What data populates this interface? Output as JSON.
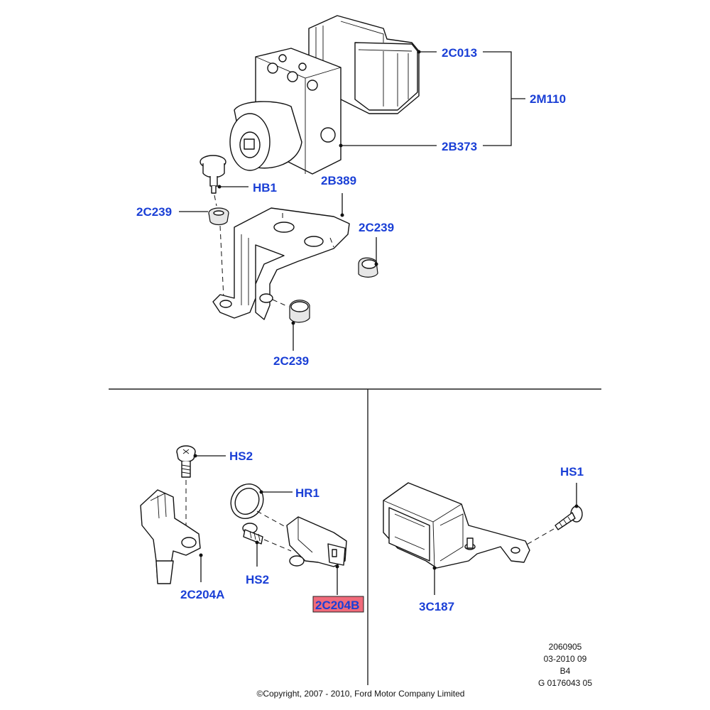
{
  "callouts": {
    "c_2C013": "2C013",
    "c_2M110": "2M110",
    "c_2B373": "2B373",
    "c_HB1": "HB1",
    "c_2B389": "2B389",
    "c_2C239_left": "2C239",
    "c_2C239_right": "2C239",
    "c_2C239_bottom": "2C239",
    "c_HS2_top": "HS2",
    "c_HR1": "HR1",
    "c_HS2_bottom": "HS2",
    "c_2C204A": "2C204A",
    "c_2C204B": "2C204B",
    "c_HS1": "HS1",
    "c_3C187": "3C187"
  },
  "highlight_color": "#f06a7a",
  "callout_color": "#1a3fd6",
  "meta": {
    "line1": "2060905",
    "line2": "03-2010 09",
    "line3": "B4",
    "line4": "G 0176043 05"
  },
  "copyright": "©Copyright, 2007 - 2010, Ford Motor Company Limited"
}
